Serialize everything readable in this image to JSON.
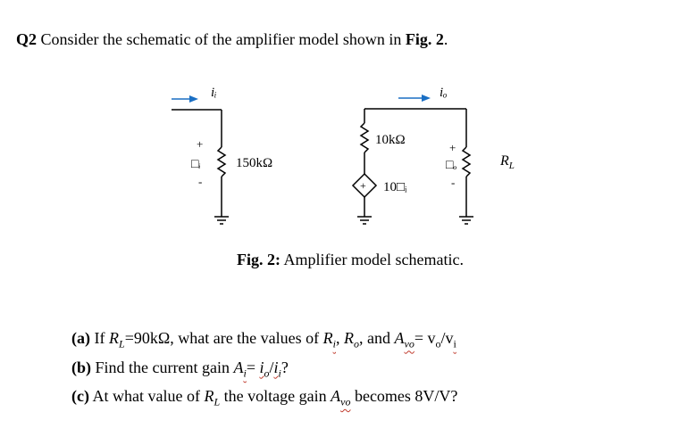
{
  "question": {
    "number": "Q2",
    "text_before": "Consider the schematic of the amplifier model shown in ",
    "fig_ref": "Fig. 2",
    "text_after": "."
  },
  "schematic": {
    "labels": {
      "input_current": "iᵢ",
      "output_current": "iₒ",
      "input_resistor": "150kΩ",
      "output_resistor": "10kΩ",
      "dependent_source": "10□ᵢ",
      "input_voltage": "□ᵢ",
      "output_voltage": "□ₒ",
      "load": "R",
      "load_sub": "L",
      "plus": "+",
      "minus": "-",
      "source_plus": "+"
    }
  },
  "caption": {
    "label": "Fig. 2:",
    "text": " Amplifier model schematic."
  },
  "questions": {
    "a": {
      "tag": "(a)",
      "t1": " If ",
      "t2": "=90kΩ, what are the values of ",
      "t3": ", and ",
      "t4": "= v",
      "t5": "/v",
      "t6": ""
    },
    "b": {
      "tag": "(b)",
      "t1": " Find the current gain ",
      "t2": "= ",
      "t3": "/",
      "t4": "?"
    },
    "c": {
      "tag": "(c)",
      "t1": " At what value of ",
      "t2": " the voltage gain ",
      "t3": " becomes 8V/V?"
    }
  },
  "colors": {
    "ink": "#000000",
    "arrow": "#1a6fc4",
    "squiggle": "#c0392b"
  }
}
